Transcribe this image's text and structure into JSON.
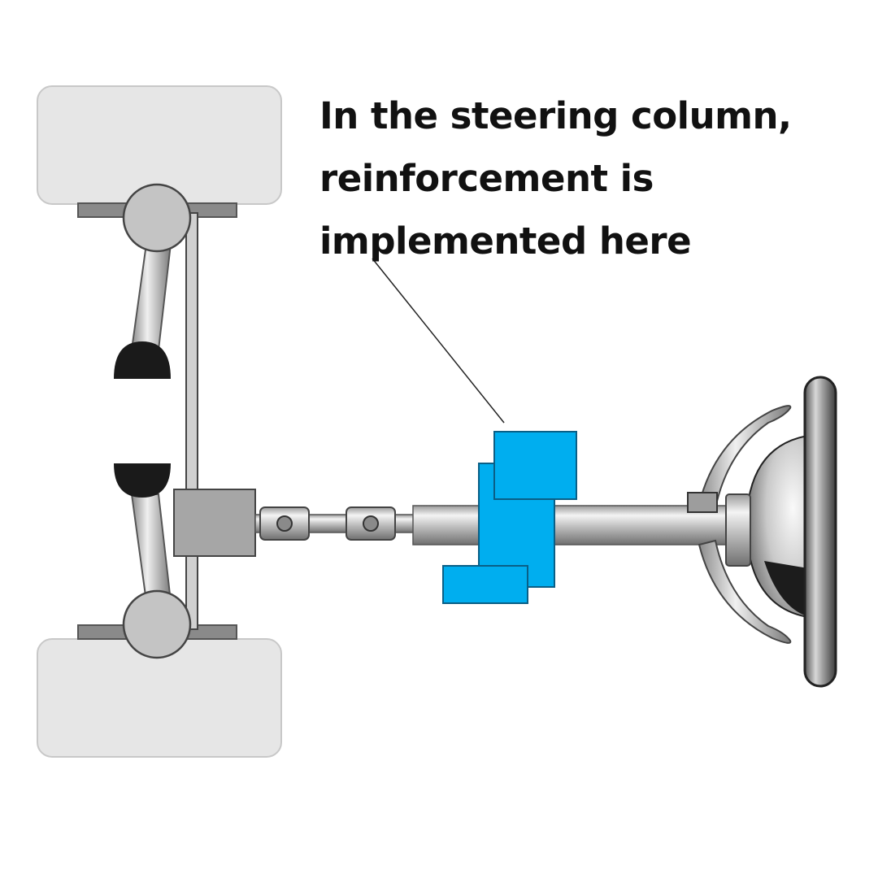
{
  "annotation": {
    "lines": [
      "In the steering column,",
      "reinforcement is",
      "implemented here"
    ]
  },
  "colors": {
    "highlight": "#00aeef",
    "metal_dark": "#777777",
    "wheel_fill": "#e6e6e6"
  }
}
